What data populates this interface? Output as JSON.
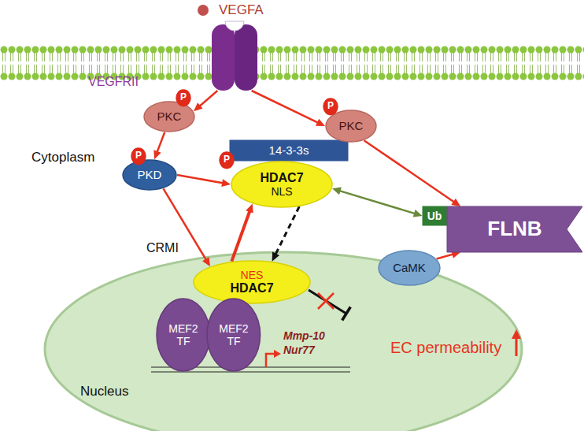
{
  "diagram": {
    "nodes": [
      {
        "text": [
          "VEGFRII"
        ]
      },
      {
        "text": [
          "PKC"
        ]
      },
      {
        "text": [
          "P"
        ]
      },
      {
        "text": [
          "PKD"
        ]
      },
      {
        "text": [
          "P"
        ]
      },
      {
        "text": [
          "14-3-3s"
        ]
      },
      {
        "text": [
          "HDAC7",
          "NLS"
        ]
      },
      {
        "text": [
          "P"
        ]
      },
      {
        "text": [
          "PKC"
        ]
      },
      {
        "text": [
          "P"
        ]
      },
      {
        "text": [
          "Ub"
        ]
      },
      {
        "text": [
          "FLNB"
        ]
      },
      {
        "text": [
          "CaMK"
        ]
      },
      {
        "text": [
          "Nucleus"
        ]
      },
      {
        "text": [
          "NES",
          "HDAC7"
        ],
        "in": 13
      },
      {
        "text": [
          "MEF2 TF"
        ],
        "in": 13
      },
      {
        "text": [
          "MEF2 TF"
        ],
        "in": 13
      }
    ],
    "edges": [
      {
        "from": 0,
        "to": 1,
        "arrow": "to"
      },
      {
        "from": 0,
        "to": 8,
        "arrow": "to"
      },
      {
        "from": 1,
        "to": 3,
        "arrow": "to"
      },
      {
        "from": 3,
        "to": 6,
        "arrow": "to"
      },
      {
        "from": 3,
        "to": 14,
        "arrow": "to"
      },
      {
        "from": 14,
        "to": 6,
        "arrow": "to"
      },
      {
        "from": 6,
        "to": 14,
        "arrow": "to"
      },
      {
        "from": 8,
        "to": 11,
        "arrow": "to"
      },
      {
        "from": 12,
        "to": 11,
        "arrow": "to"
      },
      {
        "from": 6,
        "to": 10,
        "arrow": "both"
      }
    ],
    "labels": [
      "VEGFA",
      "Cytoplasm",
      "CRMI",
      "Mmp-10",
      "Nur77",
      "EC permeability"
    ]
  }
}
